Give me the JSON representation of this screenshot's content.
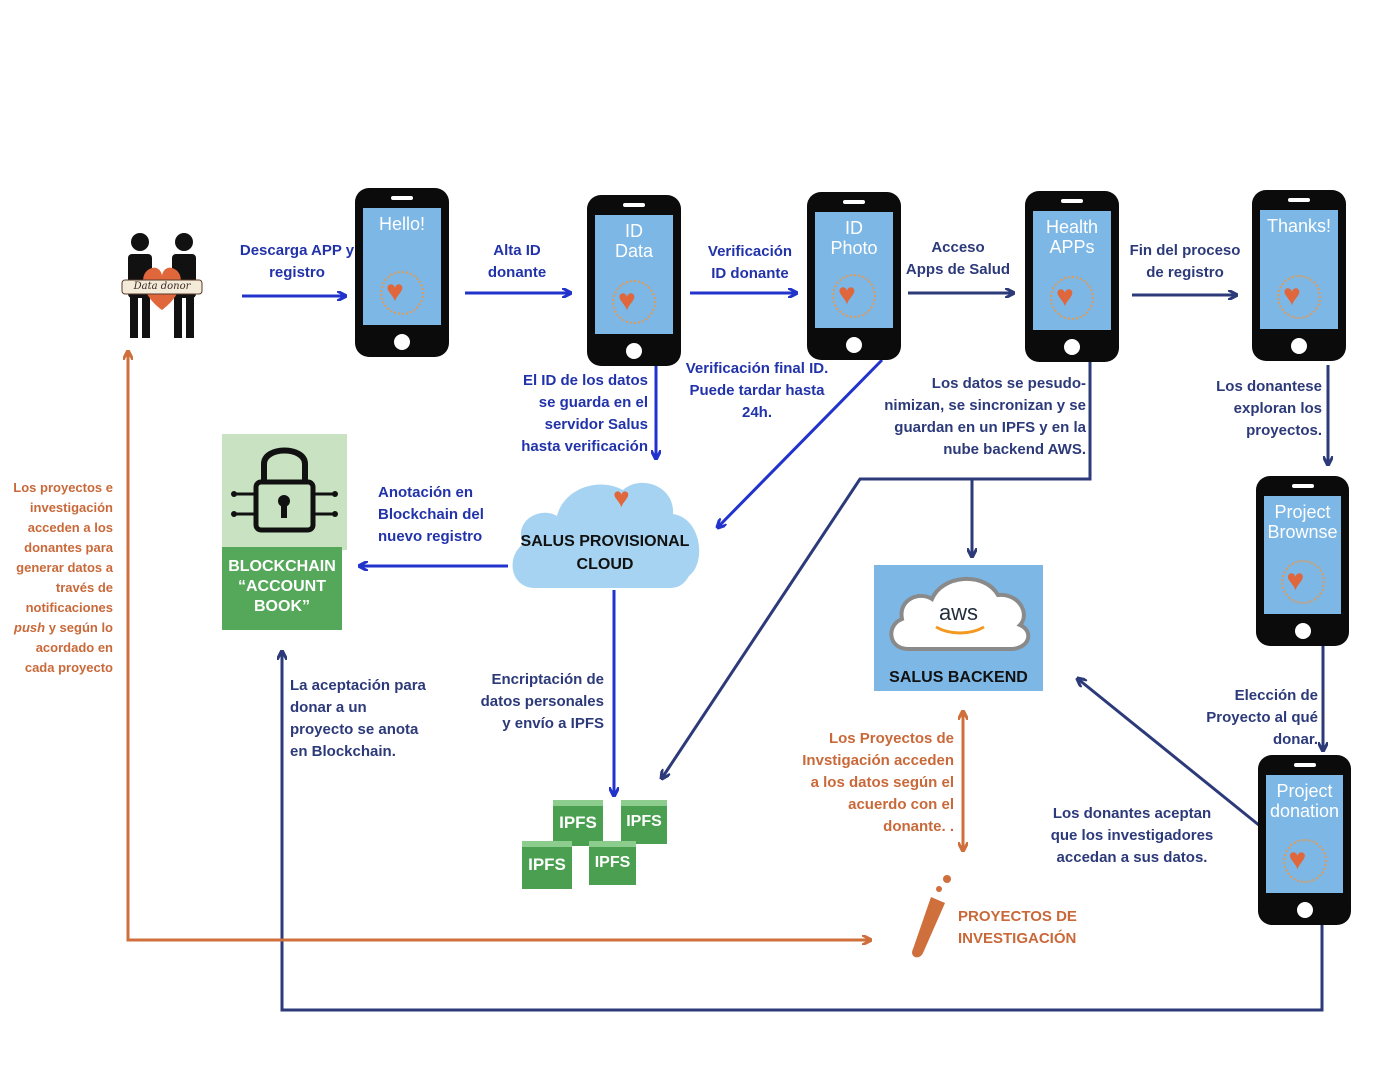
{
  "phones": {
    "hello": "Hello!",
    "id_data": "ID\nData",
    "id_photo": "ID\nPhoto",
    "health_apps": "Health\nAPPs",
    "thanks": "Thanks!",
    "project_browse": "Project\nBrownse",
    "project_donation": "Project\ndonation"
  },
  "logo_text": "Data donor",
  "labels": {
    "descarga": "Descarga APP y\nregistro",
    "alta": "Alta ID\ndonante",
    "verificacion": "Verificación\nID donante",
    "acceso": "Acceso\nApps de Salud",
    "fin": "Fin del proceso\nde registro",
    "id_guarda": "El ID de los datos\nse guarda en el\nservidor Salus\nhasta verificación",
    "verif_final": "Verificación final ID.\nPuede tardar hasta\n24h.",
    "pseudo": "Los datos se pesudo-\nnimizan, se sincronizan y se\nguardan en un IPFS y en la\nnube backend AWS.",
    "exploran": "Los donantese\nexploran los\nproyectos.",
    "anotacion": "Anotación en\nBlockchain del\nnuevo registro",
    "aceptacion": "La aceptación  para\ndonar a un\nproyecto se anota\nen Blockchain.",
    "encriptacion": "Encriptación de\ndatos personales\ny envío a IPFS",
    "eleccion": "Elección de\nProyecto al qué\ndonar.",
    "aceptan": "Los donantes aceptan\nque los investigadores\naccedan a sus datos.",
    "proyectos_acceden": "Los Proyectos de\nInvstigación acceden\na los datos según el\nacuerdo con el\ndonante. .",
    "left_note_1": "Los proyectos e\ninvestigación\nacceden a los\ndonantes para\ngenerar datos a\ntravés de\nnotificaciones",
    "left_note_push": "push",
    "left_note_2": " y según lo",
    "left_note_3": "acordado en\ncada proyecto"
  },
  "blockchain": {
    "title": "BLOCKCHAIN\n“ACCOUNT\nBOOK”"
  },
  "cloud": {
    "title": "SALUS PROVISIONAL\nCLOUD"
  },
  "aws": {
    "logo": "aws",
    "title": "SALUS BACKEND"
  },
  "ipfs": {
    "label": "IPFS"
  },
  "research": {
    "title": "PROYECTOS DE\nINVESTIGACIÓN"
  },
  "colors": {
    "blue": "#2233cc",
    "navy": "#2d3a7a",
    "orange": "#cf6f3c",
    "green": "#55a85a",
    "phone_screen": "#7cb7e6"
  }
}
